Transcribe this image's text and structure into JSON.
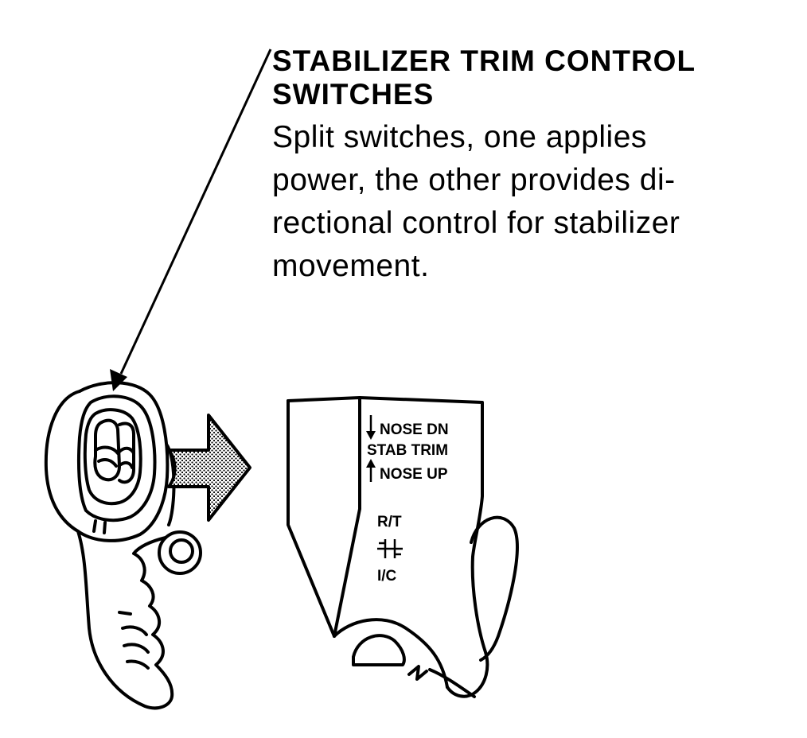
{
  "title": {
    "line1": "STABILIZER TRIM CONTROL",
    "line2": "SWITCHES"
  },
  "description": {
    "line1": "Split switches, one applies",
    "line2": "power, the other provides di-",
    "line3": "rectional control for stabilizer",
    "line4": "movement."
  },
  "placard": {
    "nose_down": "NOSE DN",
    "stab_trim": "STAB TRIM",
    "nose_up": "NOSE UP",
    "rt": "R/T",
    "ic": "I/C"
  },
  "colors": {
    "ink": "#000000",
    "background": "#ffffff",
    "arrow_fill": "#bdbdbd"
  },
  "icons": {
    "leader": "leader-arrow-icon",
    "transfer": "shaded-transfer-arrow-icon"
  }
}
